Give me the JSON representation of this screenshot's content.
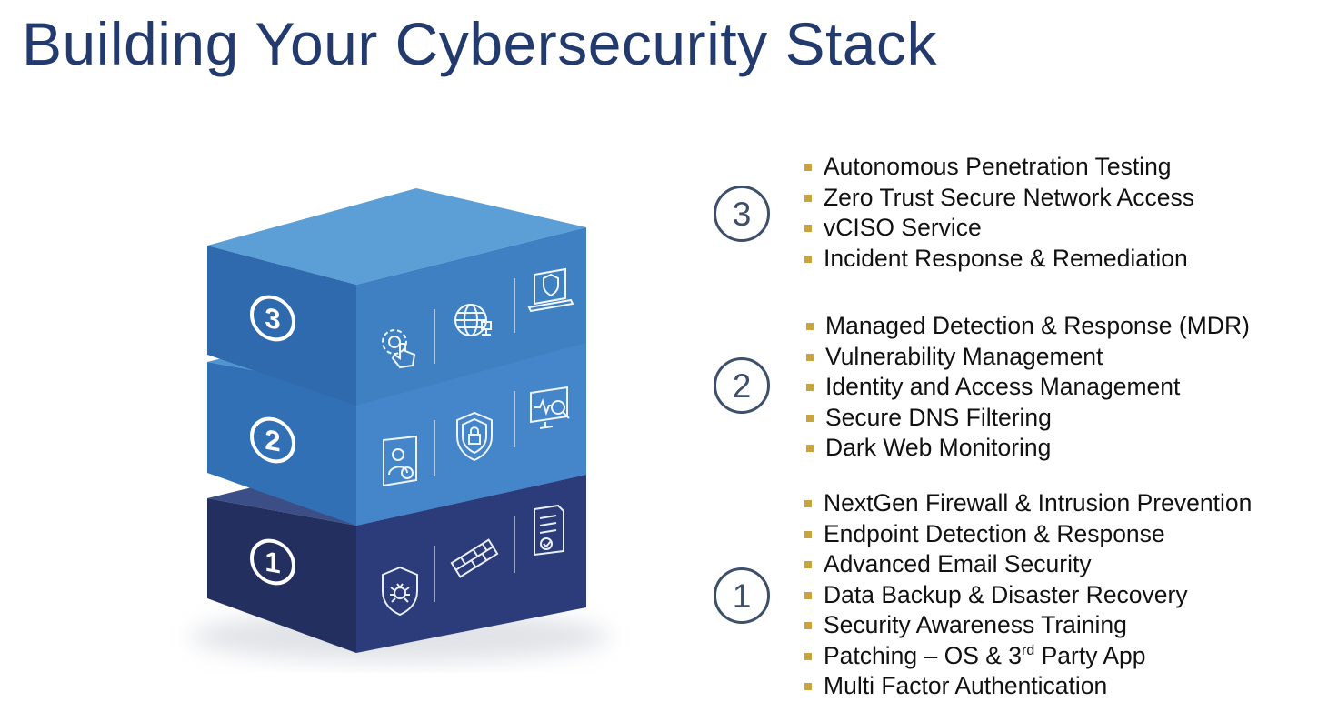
{
  "title": "Building Your Cybersecurity Stack",
  "colors": {
    "title": "#233a6e",
    "bullet": "#c9a43c",
    "circle": "#3d4f6a",
    "tier3_top": "#5b9fd6",
    "tier3_side": "#3f80c3",
    "tier3_front": "#2f6aae",
    "tier2_top": "#4f95d0",
    "tier2_side": "#4486c9",
    "tier2_front": "#3170b4",
    "tier1_top": "#3b4e86",
    "tier1_side": "#2c3b7a",
    "tier1_front": "#23305f"
  },
  "stack": {
    "blocks": [
      {
        "number": "3",
        "icons": [
          "gear-hand-icon",
          "globe-network-icon",
          "laptop-shield-icon"
        ]
      },
      {
        "number": "2",
        "icons": [
          "user-shield-icon",
          "lock-shield-icon",
          "monitor-search-icon"
        ]
      },
      {
        "number": "1",
        "icons": [
          "bug-shield-icon",
          "firewall-wall-icon",
          "document-check-icon"
        ]
      }
    ]
  },
  "tiers": [
    {
      "number": "3",
      "items": [
        {
          "text": "Autonomous Penetration Testing"
        },
        {
          "text": "Zero Trust Secure Network Access"
        },
        {
          "text": "vCISO Service"
        },
        {
          "text": "Incident Response & Remediation"
        }
      ]
    },
    {
      "number": "2",
      "items": [
        {
          "text": "Managed Detection & Response (MDR)"
        },
        {
          "text": "Vulnerability Management"
        },
        {
          "text": "Identity and Access Management"
        },
        {
          "text": "Secure DNS Filtering"
        },
        {
          "text": "Dark Web Monitoring"
        }
      ]
    },
    {
      "number": "1",
      "items": [
        {
          "text": "NextGen Firewall & Intrusion Prevention"
        },
        {
          "text": "Endpoint Detection & Response"
        },
        {
          "text": "Advanced Email Security"
        },
        {
          "text": "Data Backup & Disaster Recovery"
        },
        {
          "text": "Security Awareness Training"
        },
        {
          "text": "Patching – OS & 3",
          "sup": "rd",
          "after": " Party App"
        },
        {
          "text": "Multi Factor Authentication"
        }
      ]
    }
  ]
}
